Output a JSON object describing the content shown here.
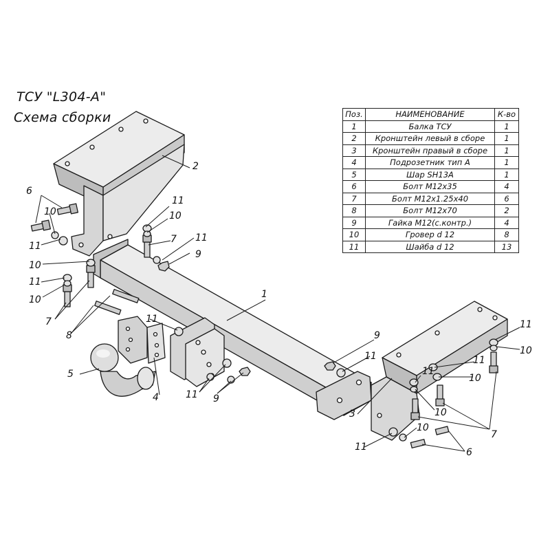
{
  "title": "ТСУ \"L304-A\"",
  "subtitle": "Схема сборки",
  "table": {
    "headers": [
      "Поз.",
      "НАИМЕНОВАНИЕ",
      "К-во"
    ],
    "rows": [
      {
        "pos": "1",
        "name": "Балка ТСУ",
        "qty": "1"
      },
      {
        "pos": "2",
        "name": "Кронштейн левый в сборе",
        "qty": "1"
      },
      {
        "pos": "3",
        "name": "Кронштейн правый в сборе",
        "qty": "1"
      },
      {
        "pos": "4",
        "name": "Подрозетник тип А",
        "qty": "1"
      },
      {
        "pos": "5",
        "name": "Шар SH13A",
        "qty": "1"
      },
      {
        "pos": "6",
        "name": "Болт М12х35",
        "qty": "4"
      },
      {
        "pos": "7",
        "name": "Болт М12х1.25х40",
        "qty": "6"
      },
      {
        "pos": "8",
        "name": "Болт М12х70",
        "qty": "2"
      },
      {
        "pos": "9",
        "name": "Гайка М12(с.контр.)",
        "qty": "4"
      },
      {
        "pos": "10",
        "name": "Гровер d 12",
        "qty": "8"
      },
      {
        "pos": "11",
        "name": "Шайба d 12",
        "qty": "13"
      }
    ]
  },
  "callouts": [
    "1",
    "2",
    "3",
    "4",
    "5",
    "6",
    "6",
    "7",
    "7",
    "7",
    "8",
    "9",
    "9",
    "9",
    "10",
    "10",
    "10",
    "10",
    "10",
    "10",
    "10",
    "10",
    "11",
    "11",
    "11",
    "11",
    "11",
    "11",
    "11",
    "11",
    "11",
    "11",
    "11"
  ],
  "colors": {
    "part_fill": "#d8d8d8",
    "part_light": "#ececec",
    "part_dark": "#a9a9a9",
    "line": "#1a1a1a"
  }
}
